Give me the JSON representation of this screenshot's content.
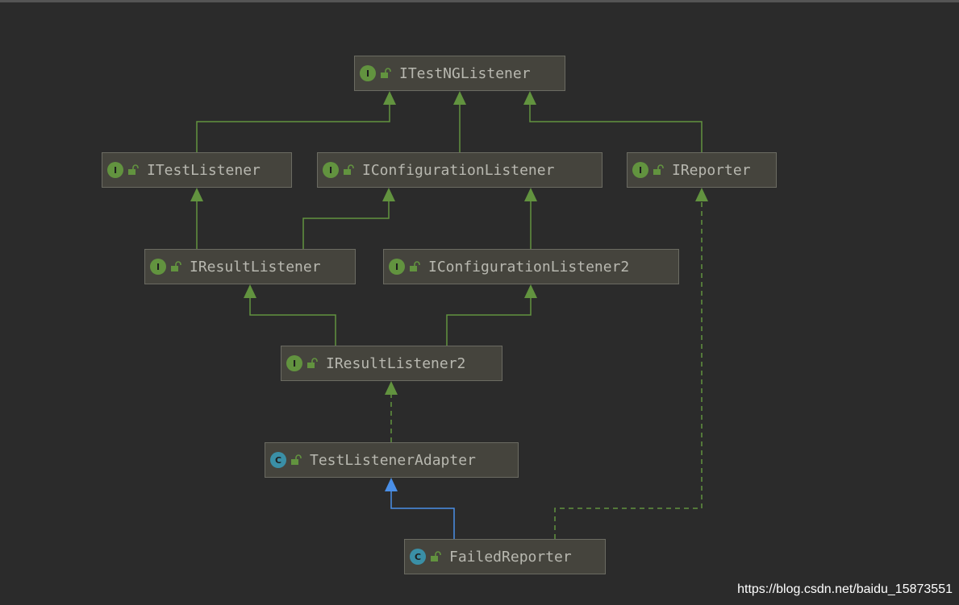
{
  "diagram": {
    "nodes": [
      {
        "id": "ITestNGListener",
        "label": "ITestNGListener",
        "kind": "interface",
        "kind_letter": "I"
      },
      {
        "id": "ITestListener",
        "label": "ITestListener",
        "kind": "interface",
        "kind_letter": "I"
      },
      {
        "id": "IConfigurationListener",
        "label": "IConfigurationListener",
        "kind": "interface",
        "kind_letter": "I"
      },
      {
        "id": "IReporter",
        "label": "IReporter",
        "kind": "interface",
        "kind_letter": "I"
      },
      {
        "id": "IResultListener",
        "label": "IResultListener",
        "kind": "interface",
        "kind_letter": "I"
      },
      {
        "id": "IConfigurationListener2",
        "label": "IConfigurationListener2",
        "kind": "interface",
        "kind_letter": "I"
      },
      {
        "id": "IResultListener2",
        "label": "IResultListener2",
        "kind": "interface",
        "kind_letter": "I"
      },
      {
        "id": "TestListenerAdapter",
        "label": "TestListenerAdapter",
        "kind": "class",
        "kind_letter": "C"
      },
      {
        "id": "FailedReporter",
        "label": "FailedReporter",
        "kind": "class",
        "kind_letter": "C"
      }
    ],
    "edges": [
      {
        "from": "ITestListener",
        "to": "ITestNGListener",
        "type": "extends"
      },
      {
        "from": "IConfigurationListener",
        "to": "ITestNGListener",
        "type": "extends"
      },
      {
        "from": "IReporter",
        "to": "ITestNGListener",
        "type": "extends"
      },
      {
        "from": "IResultListener",
        "to": "ITestListener",
        "type": "extends"
      },
      {
        "from": "IResultListener",
        "to": "IConfigurationListener",
        "type": "extends"
      },
      {
        "from": "IConfigurationListener2",
        "to": "IConfigurationListener",
        "type": "extends"
      },
      {
        "from": "IResultListener2",
        "to": "IResultListener",
        "type": "extends"
      },
      {
        "from": "IResultListener2",
        "to": "IConfigurationListener2",
        "type": "extends"
      },
      {
        "from": "TestListenerAdapter",
        "to": "IResultListener2",
        "type": "implements"
      },
      {
        "from": "FailedReporter",
        "to": "TestListenerAdapter",
        "type": "class-extends"
      },
      {
        "from": "FailedReporter",
        "to": "IReporter",
        "type": "implements"
      }
    ],
    "colors": {
      "background": "#2b2b2b",
      "interface_edge": "#62933f",
      "class_edge": "#4a8fe7",
      "interface_badge": "#62933f",
      "class_badge": "#3a8fa6",
      "node_fill": "#45443d"
    }
  },
  "watermark": "https://blog.csdn.net/baidu_15873551"
}
